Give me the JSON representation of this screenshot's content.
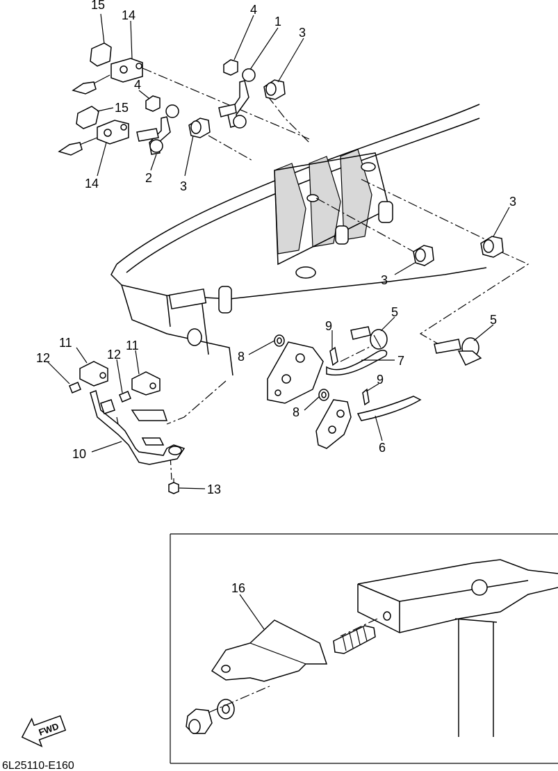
{
  "callouts": {
    "c15a": "15",
    "c14a": "14",
    "c4a": "4",
    "c1": "1",
    "c3a": "3",
    "c4b": "4",
    "c15b": "15",
    "c14b": "14",
    "c2": "2",
    "c3b": "3",
    "c3c": "3",
    "c3d": "3",
    "c5a": "5",
    "c5b": "5",
    "c9a": "9",
    "c8a": "8",
    "c7": "7",
    "c9b": "9",
    "c8b": "8",
    "c6": "6",
    "c11a": "11",
    "c11b": "11",
    "c12a": "12",
    "c12b": "12",
    "c10": "10",
    "c13": "13",
    "c16": "16"
  },
  "direction_badge": "FWD",
  "drawing_code": "6L25110-E160"
}
